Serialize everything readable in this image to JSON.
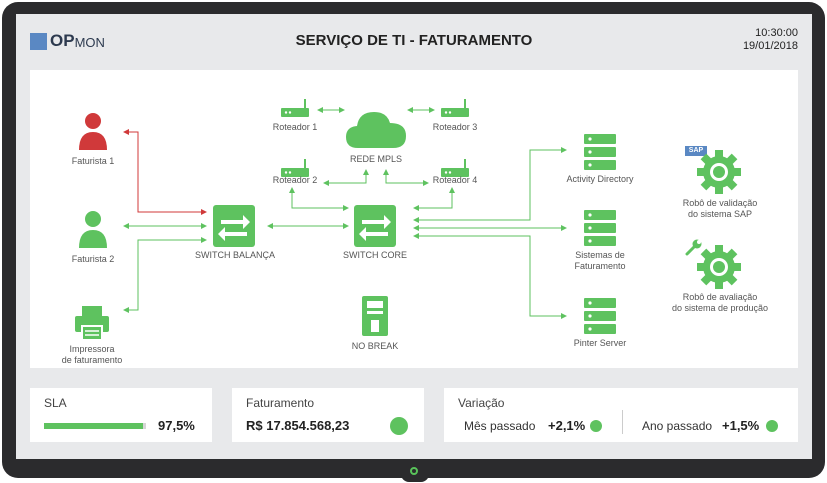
{
  "header": {
    "logo_op": "OP",
    "logo_mon": "MON",
    "title": "SERVIÇO DE TI - FATURAMENTO",
    "time": "10:30:00",
    "date": "19/01/2018"
  },
  "diagram": {
    "faturista1": "Faturista 1",
    "faturista2": "Faturista 2",
    "impressora_l1": "Impressora",
    "impressora_l2": "de faturamento",
    "switch_balanca": "SWITCH BALANÇA",
    "switch_core": "SWITCH CORE",
    "roteador1": "Roteador 1",
    "roteador2": "Roteador 2",
    "roteador3": "Roteador 3",
    "roteador4": "Roteador 4",
    "rede_mpls": "REDE MPLS",
    "no_break": "NO BREAK",
    "activity_directory": "Activity Directory",
    "sistemas_l1": "Sistemas de",
    "sistemas_l2": "Faturamento",
    "pinter_server": "Pinter Server",
    "sap_logo": "SAP",
    "robo_sap_l1": "Robô de validação",
    "robo_sap_l2": "do sistema SAP",
    "robo_prod_l1": "Robô de avaliação",
    "robo_prod_l2": "do sistema de produção"
  },
  "kpis": {
    "sla": {
      "title": "SLA",
      "value": "97,5%",
      "progress": 0.975
    },
    "faturamento": {
      "title": "Faturamento",
      "value": "R$ 17.854.568,23"
    },
    "variacao": {
      "title": "Variação",
      "mes_label": "Mês passado",
      "mes_value": "+2,1%",
      "ano_label": "Ano passado",
      "ano_value": "+1,5%"
    }
  },
  "colors": {
    "ok": "#5ec25f",
    "alert": "#d0393a",
    "accent_blue": "#5a88c3"
  },
  "icons": {
    "user": "person-icon",
    "printer": "printer-icon",
    "switch": "network-switch-icon",
    "router": "router-icon",
    "cloud": "cloud-icon",
    "ups": "ups-icon",
    "server": "server-icon",
    "gear": "gear-icon",
    "wrench": "wrench-icon"
  }
}
